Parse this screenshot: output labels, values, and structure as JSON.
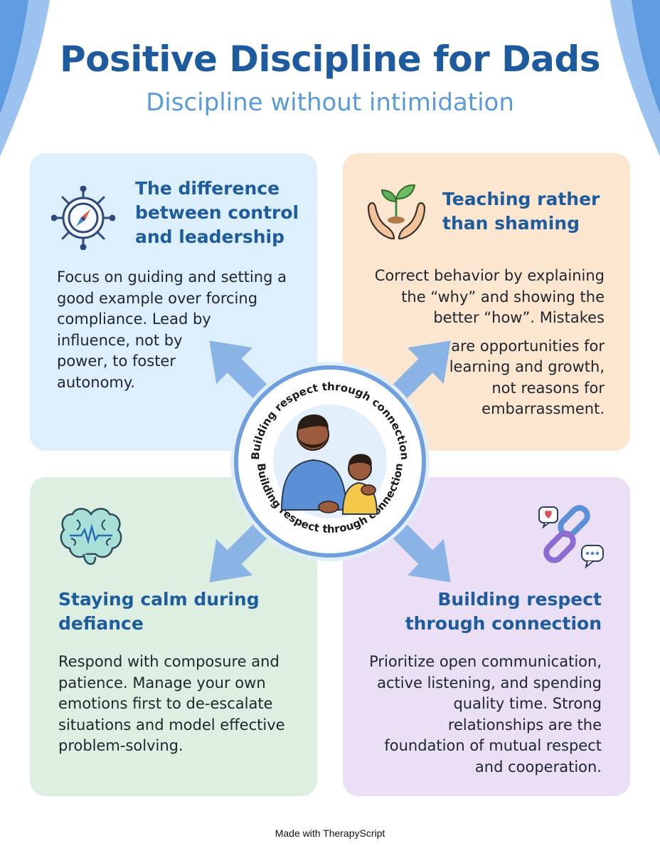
{
  "header": {
    "title": "Positive Discipline for Dads",
    "subtitle": "Discipline without intimidation"
  },
  "cards": {
    "top_left": {
      "title": "The difference between control and leadership",
      "body_lines": [
        "Focus on guiding and setting a",
        "good example over forcing",
        "compliance. Lead by",
        "influence, not by",
        "power, to foster",
        "autonomy."
      ],
      "icon": "ship-wheel-compass-icon"
    },
    "top_right": {
      "title": "Teaching rather than shaming",
      "body_lines": [
        "Correct behavior by explaining",
        "the “why” and showing the",
        "better “how”. Mistakes",
        "are opportunities for",
        "learning and growth,",
        "not reasons for",
        "embarrassment."
      ],
      "icon": "hands-holding-sprout-icon"
    },
    "bottom_left": {
      "title": "Staying calm during defiance",
      "body_lines": [
        "Respond with composure and",
        "patience. Manage your own",
        "emotions first to de-escalate",
        "situations and model effective",
        "problem-solving."
      ],
      "icon": "brain-heartbeat-icon"
    },
    "bottom_right": {
      "title": "Building respect through connection",
      "body_lines": [
        "Prioritize open communication,",
        "active listening, and  spending",
        "quality time. Strong",
        "relationships are the",
        "foundation of mutual respect",
        "and cooperation."
      ],
      "icon": "chain-link-chat-icon"
    }
  },
  "center": {
    "ring_text": "Building respect through connection",
    "illustration": "father-and-son-handshake-illustration"
  },
  "footer": {
    "text": "Made with TherapyScript"
  },
  "colors": {
    "title": "#1d5a9e",
    "subtitle": "#5b9ad8",
    "card_blue": "#ddeefc",
    "card_orange": "#fde6cf",
    "card_green": "#dcefe0",
    "card_purple": "#ebdff5",
    "arrow": "#8ab4e6"
  }
}
